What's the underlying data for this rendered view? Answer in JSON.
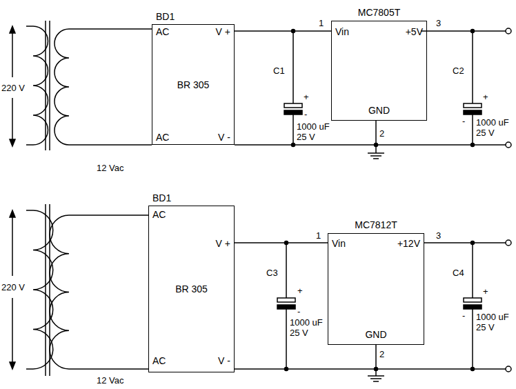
{
  "diagram": {
    "nodes": [
      {
        "text": [
          "BD1",
          "AC",
          "V +",
          "BR 305",
          "AC",
          "V -"
        ]
      },
      {
        "text": [
          "MC7805T",
          "Vin",
          "+5V",
          "GND"
        ]
      },
      {
        "text": [
          "BD1",
          "AC",
          "V +",
          "BR 305",
          "AC",
          "V -"
        ]
      },
      {
        "text": [
          "MC7812T",
          "Vin",
          "+12V",
          "GND"
        ]
      }
    ],
    "edges": [
      {
        "from": 0,
        "to": 1,
        "arrow": "none"
      },
      {
        "from": 2,
        "to": 3,
        "arrow": "none"
      }
    ],
    "labels": [
      "220 V",
      "12 Vac",
      "1",
      "C1",
      "+",
      "-",
      "1000 uF 25 V",
      "2",
      "3",
      "C2",
      "+",
      "-",
      "1000 uF 25 V",
      "220 V",
      "12 Vac",
      "1",
      "C3",
      "+",
      "-",
      "1000 uF 25 V",
      "2",
      "3",
      "C4",
      "+",
      "-",
      "1000 uF 25 V"
    ]
  }
}
